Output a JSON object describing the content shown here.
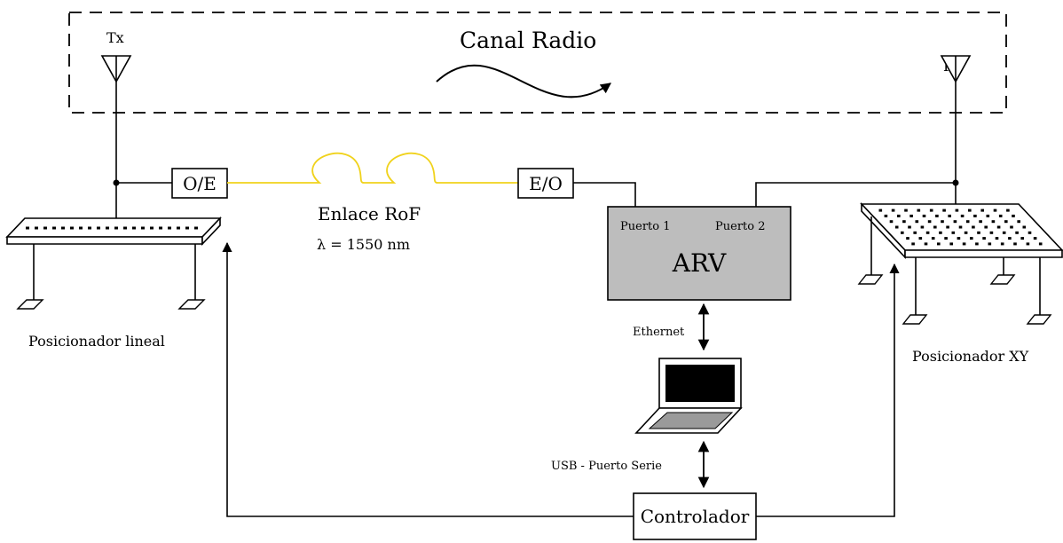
{
  "radio_channel": {
    "label": "Canal Radio"
  },
  "tx": {
    "label": "Tx"
  },
  "rx": {
    "label": "Rx"
  },
  "oe": {
    "label": "O/E"
  },
  "eo": {
    "label": "E/O"
  },
  "rof": {
    "label": "Enlace RoF",
    "wavelength_label": "λ = 1550 nm"
  },
  "arv": {
    "label": "ARV",
    "port1_label": "Puerto 1",
    "port2_label": "Puerto 2"
  },
  "connections": {
    "ethernet_label": "Ethernet",
    "usb_label": "USB - Puerto Serie"
  },
  "controller": {
    "label": "Controlador"
  },
  "linear_positioner": {
    "label": "Posicionador lineal"
  },
  "xy_positioner": {
    "label": "Posicionador XY"
  },
  "colors": {
    "fiber": "#f0d21c",
    "arv_fill": "#bdbdbd",
    "screen": "#000000",
    "keyboard": "#9a9a9a"
  }
}
